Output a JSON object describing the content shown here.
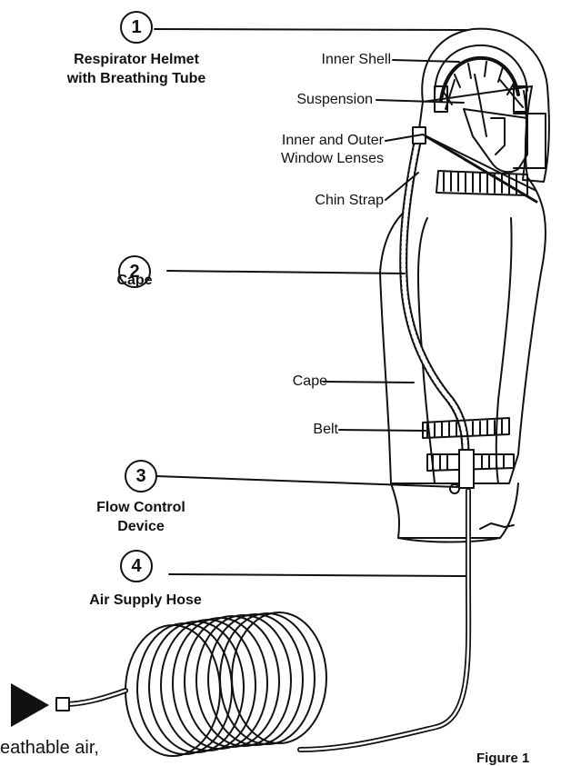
{
  "callouts": [
    {
      "number": "1",
      "title_lines": [
        "Respirator Helmet",
        "with Breathing Tube"
      ]
    },
    {
      "number": "2",
      "title_lines": [
        "Cape"
      ]
    },
    {
      "number": "3",
      "title_lines": [
        "Flow Control",
        "Device"
      ]
    },
    {
      "number": "4",
      "title_lines": [
        "Air Supply Hose"
      ]
    }
  ],
  "labels": {
    "inner_shell": "Inner Shell",
    "suspension": "Suspension",
    "lenses_line1": "Inner and Outer",
    "lenses_line2": "Window Lenses",
    "chin_strap": "Chin Strap",
    "cape": "Cape",
    "belt": "Belt"
  },
  "bottom_text": "eathable air,",
  "figure_caption": "Figure 1"
}
